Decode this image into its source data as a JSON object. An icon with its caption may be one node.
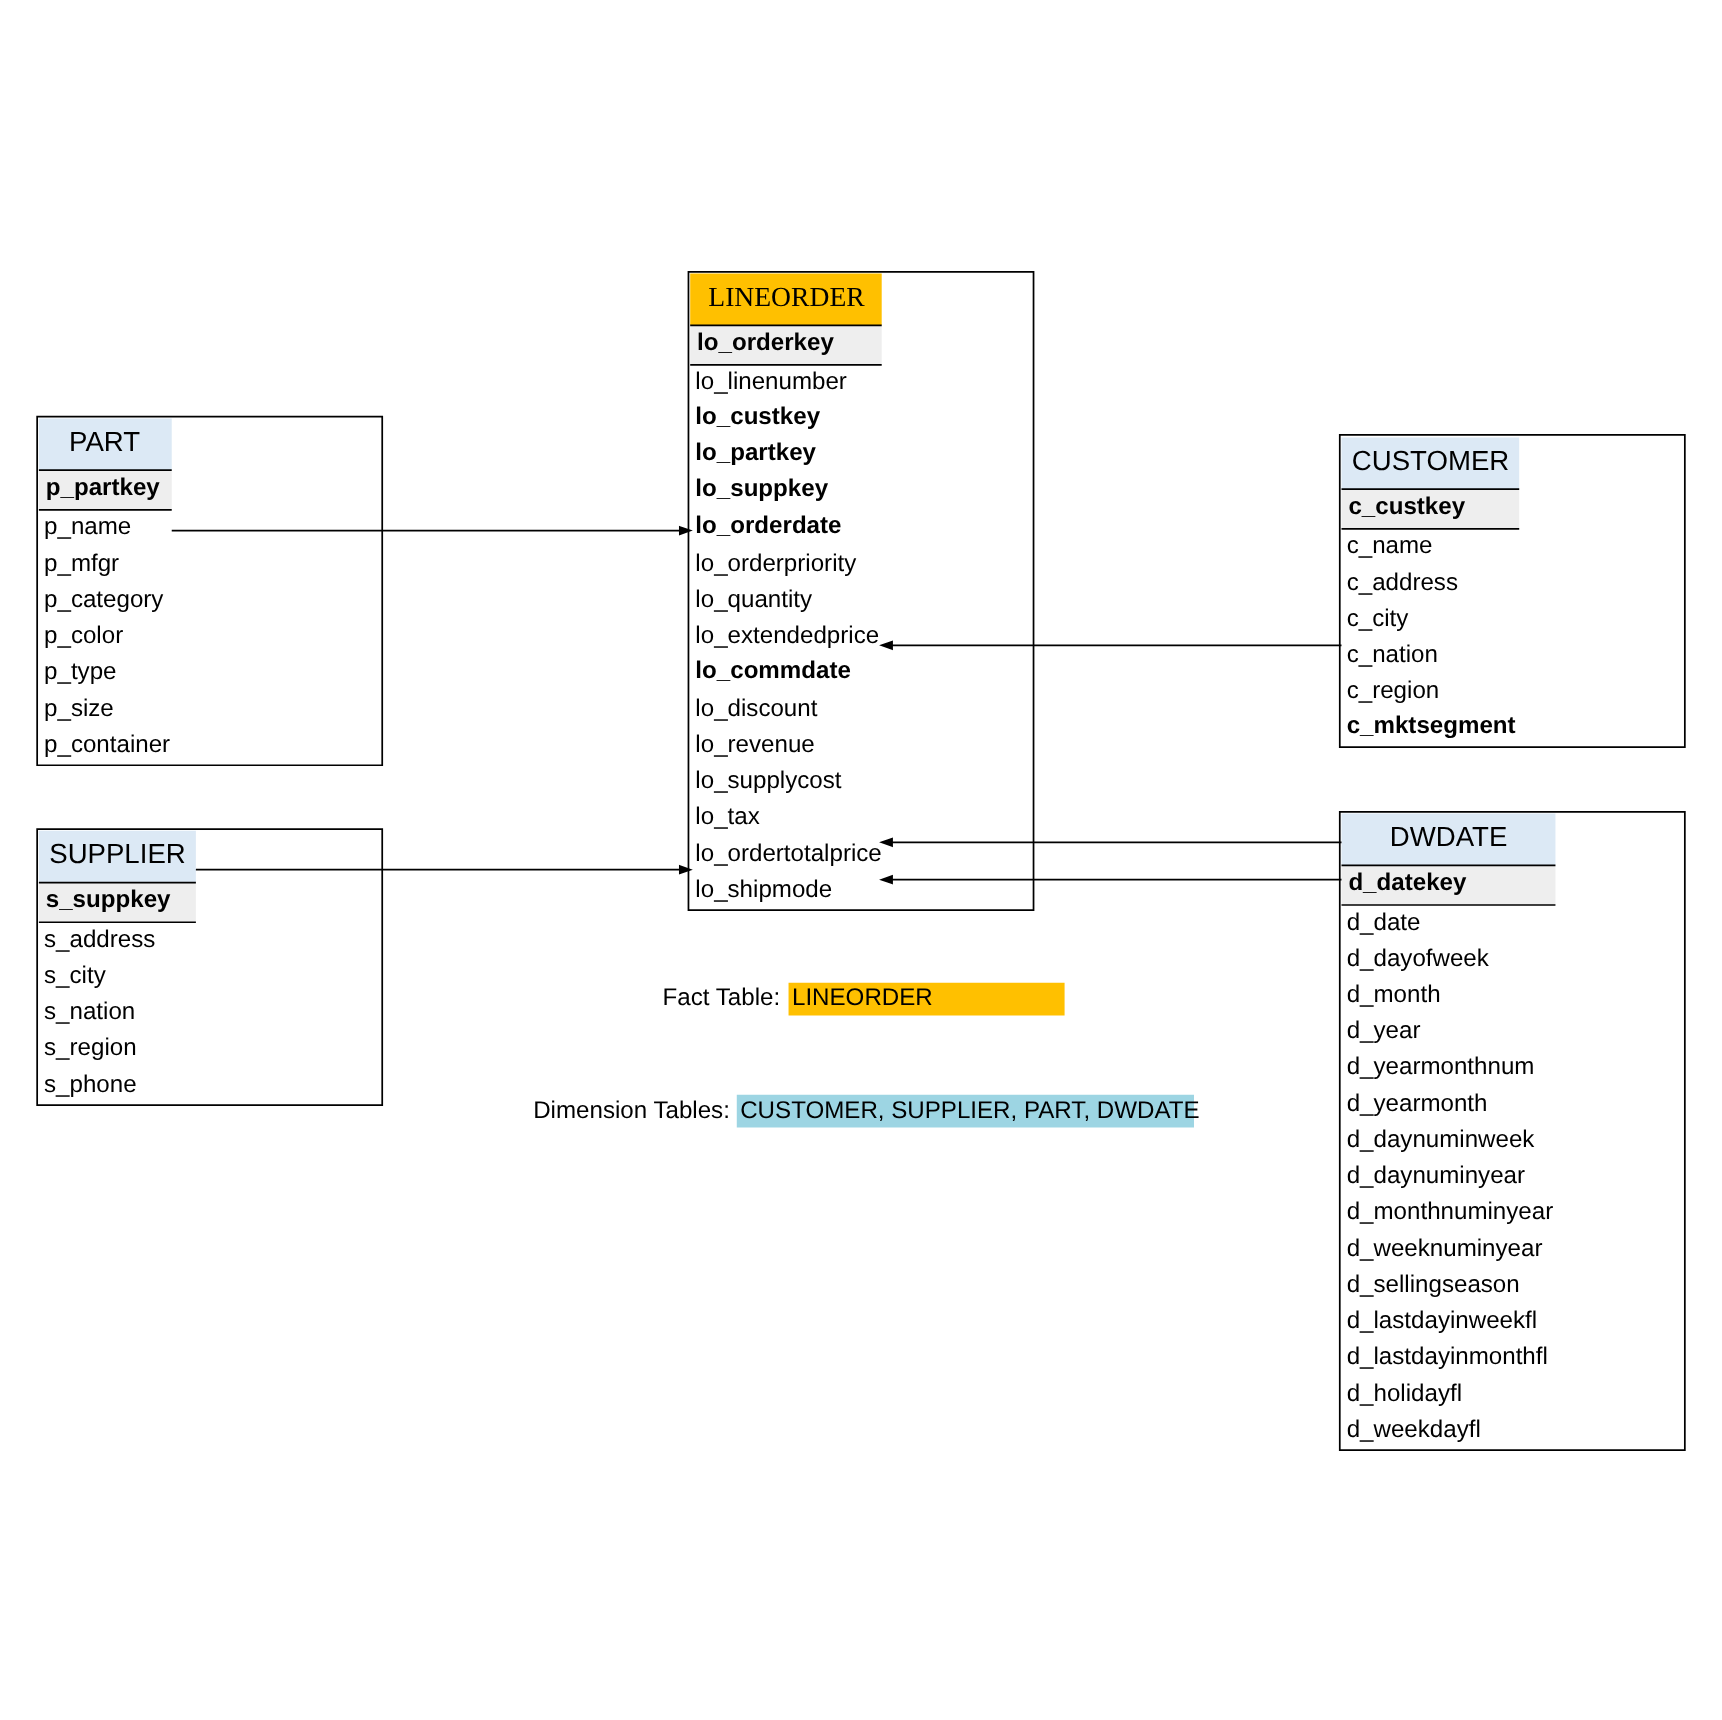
{
  "diagram": {
    "nodes": [
      {
        "text": [
          "PART",
          "p_partkey",
          "p_name",
          "p_mfgr",
          "p_category",
          "p_color",
          "p_type",
          "p_size",
          "p_container"
        ]
      },
      {
        "text": [
          "CUSTOMER",
          "c_custkey",
          "c_name",
          "c_address",
          "c_city",
          "c_nation",
          "c_region",
          "c_mktsegment"
        ]
      },
      {
        "text": [
          "LINEORDER",
          "lo_orderkey",
          "lo_linenumber",
          "lo_custkey",
          "lo_partkey",
          "lo_suppkey",
          "lo_orderdate",
          "lo_orderpriority",
          "lo_quantity",
          "lo_extendedprice",
          "lo_commdate",
          "lo_discount",
          "lo_revenue",
          "lo_supplycost",
          "lo_tax",
          "lo_ordertotalprice",
          "lo_shipmode"
        ]
      },
      {
        "text": [
          "DWDATE",
          "d_datekey",
          "d_date",
          "d_dayofweek",
          "d_month",
          "d_year",
          "d_yearmonthnum",
          "d_yearmonth",
          "d_daynuminweek",
          "d_daynuminyear",
          "d_monthnuminyear",
          "d_weeknuminyear",
          "d_sellingseason",
          "d_lastdayinweekfl",
          "d_lastdayinmonthfl",
          "d_holidayfl",
          "d_weekdayfl"
        ]
      },
      {
        "text": [
          "SUPPLIER",
          "s_suppkey",
          "s_address",
          "s_city",
          "s_nation",
          "s_region",
          "s_phone"
        ]
      }
    ],
    "edges": [
      {
        "from": 0,
        "to": 2,
        "arrow": "to"
      },
      {
        "from": 4,
        "to": 2,
        "arrow": "to"
      },
      {
        "from": 1,
        "to": 2,
        "arrow": "to"
      },
      {
        "from": 3,
        "to": 2,
        "arrow": "to"
      },
      {
        "from": 3,
        "to": 2,
        "arrow": "to"
      }
    ],
    "labels": [
      "LINEORDER",
      "CUSTOMER, SUPPLIER, PART, DWDATE"
    ],
    "legend": [
      {
        "text": "Fact Table:",
        "color": "#ffc000"
      },
      {
        "text": "Dimension Tables:",
        "color": "#9dd5e3"
      }
    ]
  }
}
